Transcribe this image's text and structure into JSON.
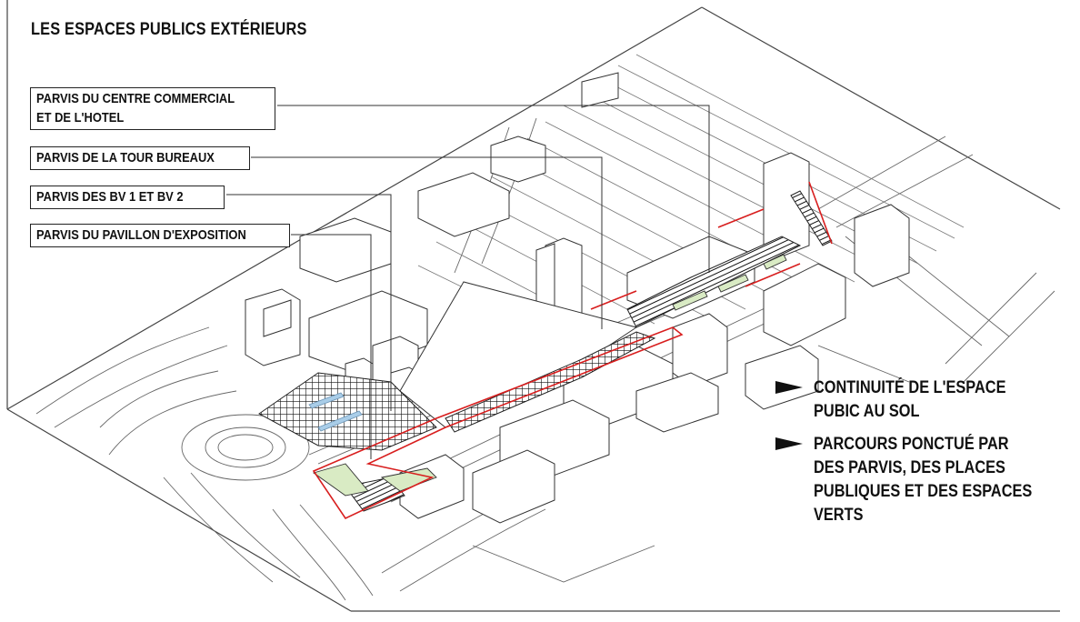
{
  "title": "LES ESPACES PUBLICS EXTÉRIEURS",
  "labels": [
    {
      "line1": "PARVIS DU CENTRE COMMERCIAL",
      "line2": "ET DE L'HOTEL"
    },
    {
      "line1": "PARVIS DE LA TOUR BUREAUX"
    },
    {
      "line1": "PARVIS DES BV 1 ET BV 2"
    },
    {
      "line1": "PARVIS DU PAVILLON D'EXPOSITION"
    }
  ],
  "legend": [
    {
      "lines": [
        "CONTINUITÉ DE L'ESPACE",
        "PUBIC AU SOL"
      ],
      "icon": "arrow-right-icon"
    },
    {
      "lines": [
        "PARCOURS PONCTUÉ PAR",
        "DES PARVIS, DES PLACES",
        "PUBLIQUES ET DES ESPACES",
        "VERTS"
      ],
      "icon": "arrow-right-icon"
    }
  ],
  "colors": {
    "route": "#d81e1e",
    "green_space": "#d9ebc4",
    "water": "#a9cde8",
    "line": "#555555"
  }
}
